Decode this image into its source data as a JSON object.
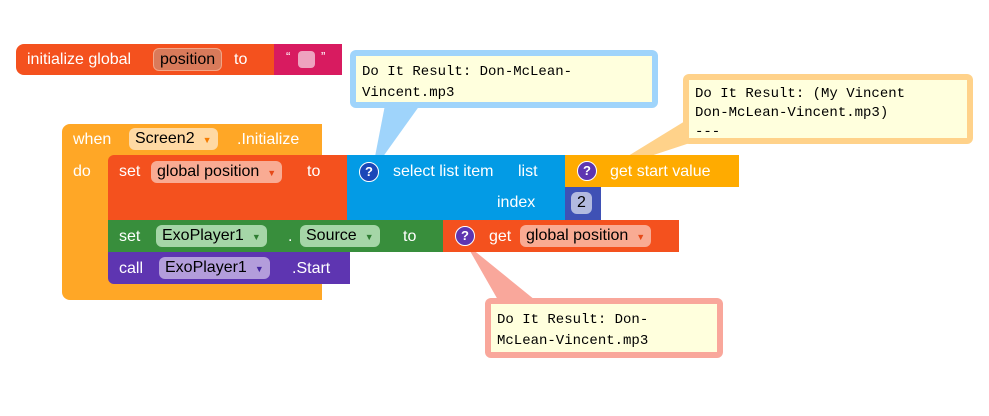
{
  "init_block": {
    "prefix": "initialize global",
    "var_name": "position",
    "to": "to",
    "open_quote": "“",
    "close_quote": "”"
  },
  "event_block": {
    "when": "when",
    "component": "Screen2",
    "event": ".Initialize",
    "do": "do"
  },
  "set_global": {
    "set": "set",
    "var": "global position",
    "to": "to"
  },
  "select_list": {
    "label": "select list item",
    "list": "list",
    "index": "index",
    "help": "?"
  },
  "get_start": {
    "label": "get start value",
    "help": "?"
  },
  "index_value": "2",
  "set_source": {
    "set": "set",
    "component": "ExoPlayer1",
    "dot": ".",
    "property": "Source",
    "to": "to"
  },
  "get_global": {
    "get": "get",
    "var": "global position",
    "help": "?"
  },
  "call_start": {
    "call": "call",
    "component": "ExoPlayer1",
    "method": ".Start"
  },
  "bubbles": [
    {
      "text": "Do It Result: Don-McLean-\nVincent.mp3",
      "color": "#9fd4fb"
    },
    {
      "text": "Do It Result: (My Vincent\nDon-McLean-Vincent.mp3)\n---",
      "color": "#ffd28a"
    },
    {
      "text": "Do It Result: Don-\nMcLean-Vincent.mp3",
      "color": "#f9a79b"
    }
  ],
  "colors": {
    "variables": "#f4511e",
    "text": "#d81b60",
    "control": "#ffa726",
    "lists": "#039be5",
    "control_get": "#ffab00",
    "math": "#3f51b5",
    "component_set": "#388e3c",
    "component_call": "#5e35b1"
  }
}
